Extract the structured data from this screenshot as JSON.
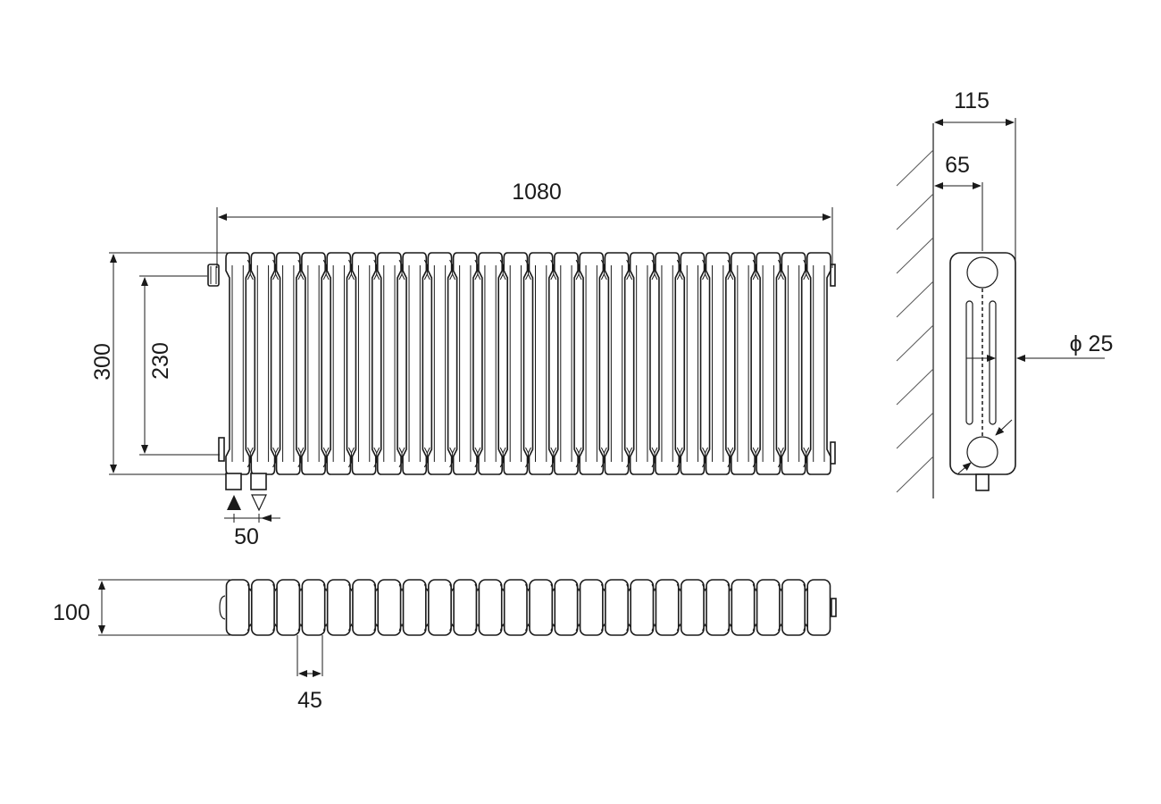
{
  "title": "Column radiator technical drawing",
  "sections_count": 24,
  "front_view": {
    "overall_width": "1080",
    "overall_height": "300",
    "connection_centres": "230",
    "connection_spacing": "50",
    "flow_symbol": "filled-triangle-up",
    "return_symbol": "hollow-triangle-down"
  },
  "side_view": {
    "overall_depth": "115",
    "wall_to_centre": "65",
    "pipe_diameter": "ϕ 25"
  },
  "top_view": {
    "depth": "100",
    "section_pitch": "45"
  }
}
